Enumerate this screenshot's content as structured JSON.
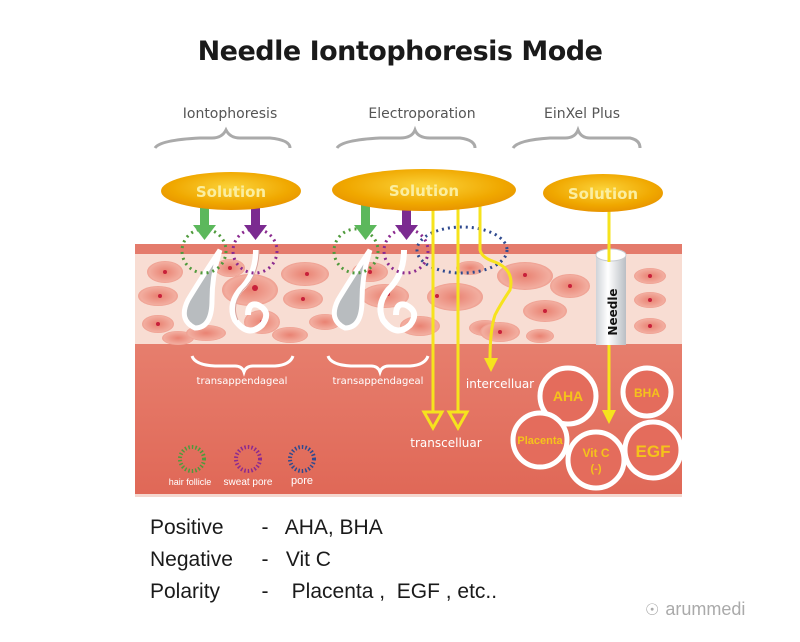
{
  "title": "Needle Iontophoresis  Mode",
  "modes": [
    {
      "label": "Iontophoresis"
    },
    {
      "label": "Electroporation"
    },
    {
      "label": "EinXel Plus"
    }
  ],
  "solution_label": "Solution",
  "needle_label": "Needle",
  "pathways": {
    "transappendageal_1": "transappendageal",
    "transappendageal_2": "transappendageal",
    "intercelluar": "intercelluar",
    "transcelluar": "transcelluar"
  },
  "actives": {
    "aha": "AHA",
    "bha": "BHA",
    "placenta": "Placenta",
    "vitc": "Vit C",
    "vitc_sign": "(-)",
    "egf": "EGF"
  },
  "legend": [
    {
      "label": "hair follicle",
      "color": "#4f9a3c"
    },
    {
      "label": "sweat pore",
      "color": "#8b2a8f"
    },
    {
      "label": "pore",
      "color": "#2f4a8f"
    }
  ],
  "colors": {
    "solution": "#f0b000",
    "skin_top": "#e9857a",
    "skin_light": "#f8ddd3",
    "skin_deep": "#e36f60",
    "arrow_green": "#5cb85c",
    "arrow_purple": "#7b2a90",
    "arrow_yellow": "#f6e31d",
    "active_text": "#f5c21b"
  },
  "summary": [
    {
      "key": "Positive",
      "sep": "-",
      "value": "AHA, BHA"
    },
    {
      "key": "Negative",
      "sep": "-",
      "value": "Vit C"
    },
    {
      "key": "Polarity",
      "sep": "-",
      "value": " Placenta ,  EGF , etc.."
    }
  ],
  "watermark": "arummedi"
}
